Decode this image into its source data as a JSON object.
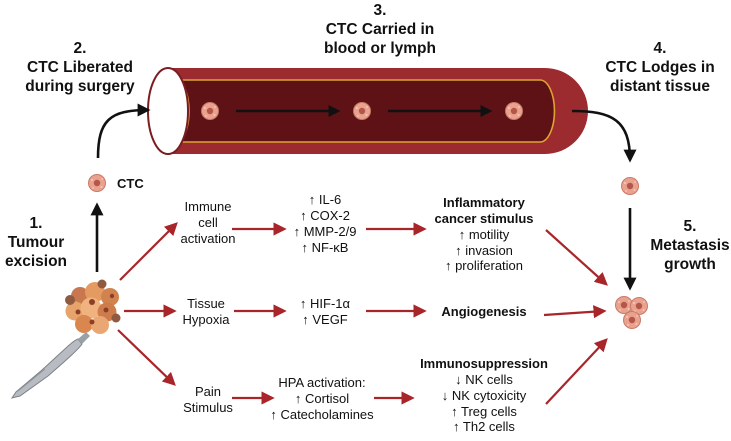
{
  "steps": {
    "s1": [
      "1.",
      "Tumour",
      "excision"
    ],
    "s2": [
      "2.",
      "CTC Liberated",
      "during surgery"
    ],
    "s3": [
      "3.",
      "CTC Carried in",
      "blood or lymph"
    ],
    "s4": [
      "4.",
      "CTC Lodges in",
      "distant tissue"
    ],
    "s5": [
      "5.",
      "Metastasis",
      "growth"
    ]
  },
  "ctc_label": "CTC",
  "triggers": {
    "immune": [
      "Immune",
      "cell",
      "activation"
    ],
    "hypoxia": [
      "Tissue",
      "Hypoxia"
    ],
    "pain": [
      "Pain",
      "Stimulus"
    ]
  },
  "mediators": {
    "immune": [
      "↑ IL-6",
      "↑ COX-2",
      "↑ MMP-2/9",
      "↑ NF-κB"
    ],
    "hypoxia": [
      "↑ HIF-1α",
      "↑ VEGF"
    ],
    "pain": [
      "HPA activation:",
      "↑ Cortisol",
      "↑ Catecholamines"
    ]
  },
  "outcomes": {
    "inflammatory": {
      "title": [
        "Inflammatory",
        "cancer stimulus"
      ],
      "items": [
        "↑ motility",
        "↑ invasion",
        "↑ proliferation"
      ]
    },
    "angiogenesis": {
      "title": "Angiogenesis"
    },
    "immunosuppression": {
      "title": "Immunosuppression",
      "items": [
        "↓ NK cells",
        "↓ NK cytoxicity",
        "↑ Treg cells",
        "↑ Th2 cells"
      ]
    }
  },
  "colors": {
    "arrow_red": "#a8252a",
    "arrow_black": "#111111",
    "vessel_outer": "#9c2b2f",
    "vessel_inner": "#5e1216",
    "vessel_rim": "#e0a332",
    "cell_fill": "#e8a28e",
    "cell_nucleus": "#b5564a",
    "tumour_fill": "#d9814f",
    "scalpel_metal": "#b8bcc2"
  },
  "icons": [
    "ctc-cell-icon",
    "tumour-icon",
    "scalpel-icon",
    "blood-vessel-icon",
    "metastasis-cluster-icon"
  ]
}
